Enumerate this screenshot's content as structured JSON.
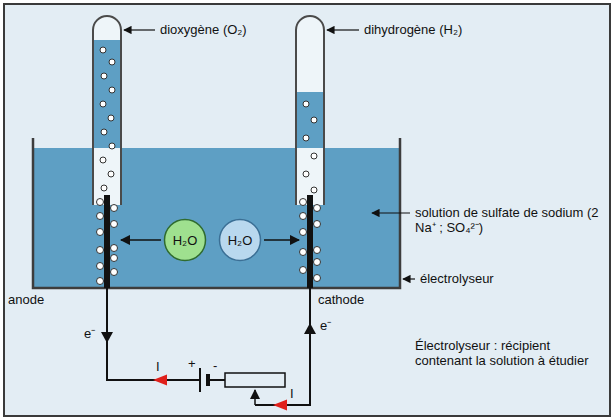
{
  "diagram": {
    "nodes": [
      {
        "text": [
          "H₂O"
        ]
      },
      {
        "text": [
          "H₂O"
        ]
      }
    ],
    "labels": [
      "dioxygène (O₂)",
      "dihydrogène (H₂)",
      "solution de sulfate de sodium (2 Na⁺ ; SO₄²⁻)",
      "électrolyseur",
      "anode",
      "cathode",
      "e⁻",
      "e⁻",
      "I",
      "+",
      "-",
      "I",
      "Électrolyseur : récipient contenant la solution à étudier"
    ]
  }
}
